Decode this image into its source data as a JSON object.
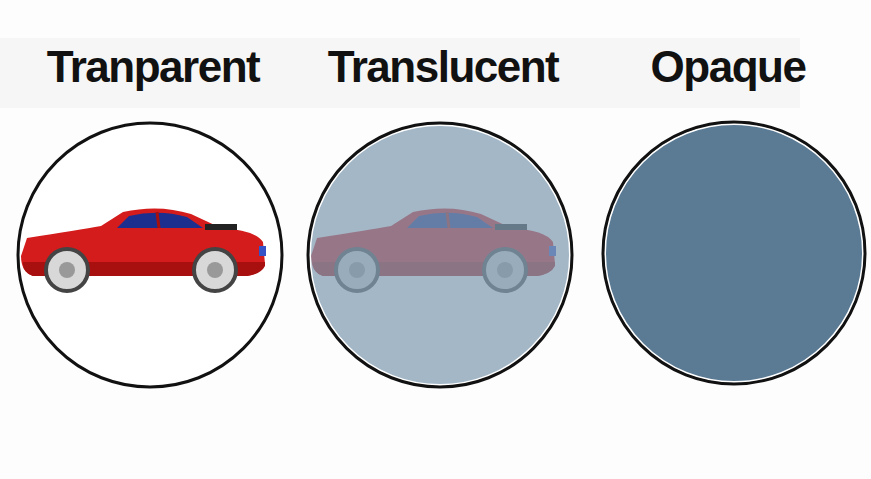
{
  "diagram": {
    "nodes": [
      {
        "text": [
          "Tranparent"
        ]
      },
      {
        "text": [
          "Translucent"
        ]
      },
      {
        "text": [
          "Opaque"
        ]
      }
    ]
  }
}
